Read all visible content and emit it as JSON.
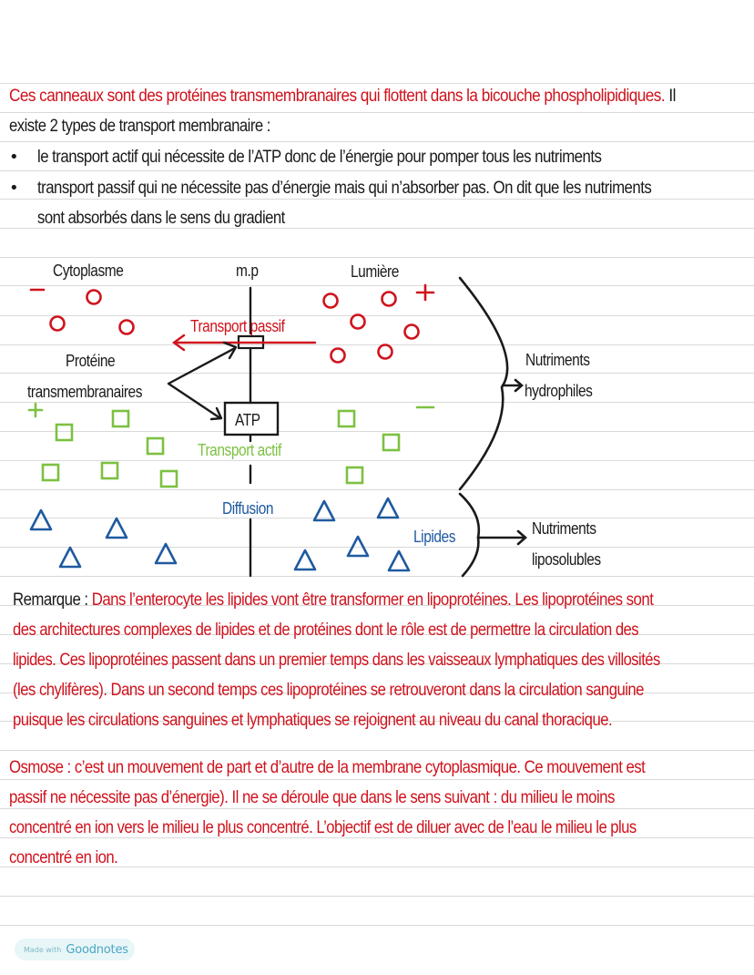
{
  "intro": {
    "line1": "Ces canneaux sont des protéines transmembranaires qui flottent dans la bicouche phospholipidiques.",
    "line1_tail": " Il",
    "line2": "existe 2 types de transport membranaire :",
    "bullets": [
      {
        "symbol": "•",
        "text": "le transport actif qui nécessite de l’ATP donc de l’énergie pour pomper tous les nutriments"
      },
      {
        "symbol": "•",
        "text": "transport passif qui ne nécessite pas d’énergie mais qui n’absorber pas. On dit que les nutriments",
        "continuation": "sont absorbés dans le sens du gradient"
      }
    ]
  },
  "diagram": {
    "labels": {
      "cytoplasme": "Cytoplasme",
      "membrane": "m.p",
      "lumiere": "Lumière",
      "transport_passif": "Transport passif",
      "proteine_line1": "Protéine",
      "proteine_line2": "transmembranaires",
      "atp": "ATP",
      "transport_actif": "Transport actif",
      "diffusion": "Diffusion",
      "lipides": "Lipides",
      "nutriments_hydrophiles_line1": "Nutriments",
      "nutriments_hydrophiles_line2": "hydrophiles",
      "nutriments_liposolubles_line1": "Nutriments",
      "nutriments_liposolubles_line2": "liposolubles"
    },
    "charges": {
      "cytoplasm_red": "−",
      "lumen_red": "+",
      "cytoplasm_green": "+",
      "lumen_green": "−"
    },
    "colors": {
      "red": "#d0121c",
      "green": "#7cc142",
      "blue": "#1f5aa0",
      "black": "#1a1a1a",
      "rule": "#d9d9d9"
    }
  },
  "remarque": {
    "label": "Remarque :",
    "lines": [
      "Dans l’enterocyte les lipides vont être transformer en lipoprotéines. Les lipoprotéines sont",
      "des architectures complexes de lipides et de protéines dont le rôle est de permettre la circulation des",
      "lipides. Ces lipoprotéines passent dans un premier temps dans les vaisseaux lymphatiques des villosités",
      "(les chylifères). Dans un second temps ces lipoprotéines se retrouveront dans la circulation sanguine",
      "puisque les circulations sanguines et lymphatiques se rejoignent au niveau du canal thoracique."
    ]
  },
  "osmose": {
    "lines": [
      "Osmose : c’est un mouvement de part et d’autre de la membrane cytoplasmique. Ce mouvement est",
      "passif ne nécessite pas d’énergie). Il ne se déroule que dans le sens suivant : du milieu le moins",
      "concentré en ion vers le milieu le plus concentré. L’objectif est de diluer avec de l’eau le milieu le plus",
      "concentré en ion."
    ]
  },
  "footer": {
    "made_with": "Made with",
    "brand": "Goodnotes"
  }
}
